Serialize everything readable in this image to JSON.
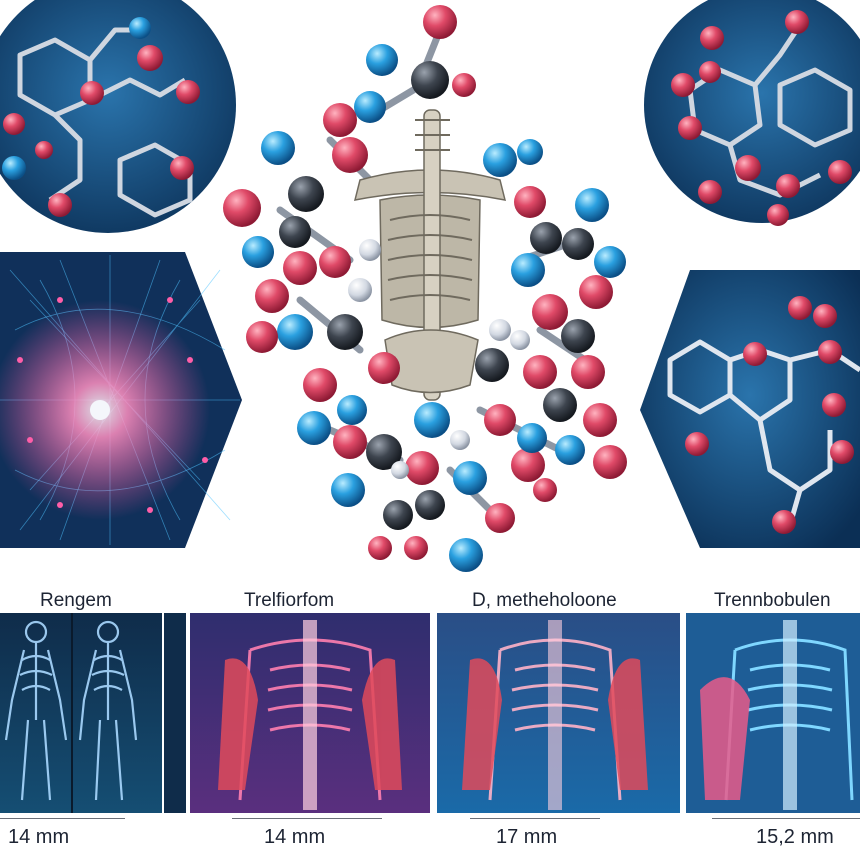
{
  "columns": [
    {
      "title": "Rengem",
      "measure": "14 mm"
    },
    {
      "title": "Trelfiorfom",
      "measure": "14 mm"
    },
    {
      "title": "D, metheholoone",
      "measure": "17 mm"
    },
    {
      "title": "Trennbobulen",
      "measure": "15,2 mm"
    }
  ],
  "colors": {
    "panel_dark": "#0f3a63",
    "panel_mid": "#1a5c8f",
    "atom_red": "#d8405e",
    "atom_blue": "#2a9ad8",
    "atom_dark": "#3a4048",
    "atom_white": "#dfe3ea",
    "bone": "#b7b2a5",
    "muscle_red": "#e04a5a",
    "glow_pink": "#ff7fb0",
    "glow_blue": "#4fc3ff"
  }
}
